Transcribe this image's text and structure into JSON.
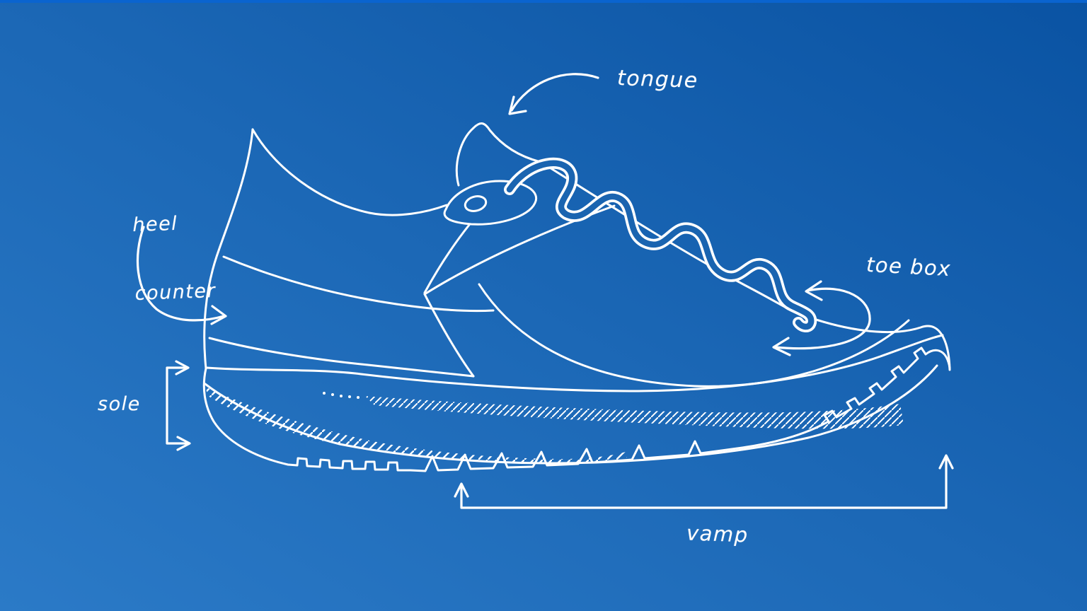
{
  "figure": {
    "subject": "hand-drawn running shoe, lateral side view facing right, blueprint line-art style",
    "annotated_parts": [
      "tongue",
      "heel counter",
      "toe box",
      "sole",
      "vamp"
    ]
  },
  "labels": {
    "tongue": "tongue",
    "heel_counter": {
      "line1": "heel",
      "line2": "counter"
    },
    "toe_box": "toe box",
    "sole": "sole",
    "vamp": "vamp"
  },
  "colors": {
    "background_bottom_left": "#2b7ac7",
    "background_middle": "#1c68b6",
    "background_top_right": "#0a53a3",
    "top_accent_bar": "#0a64cf",
    "line_ink": "#ffffff",
    "lace_fill_blue": "#1a64b0"
  }
}
